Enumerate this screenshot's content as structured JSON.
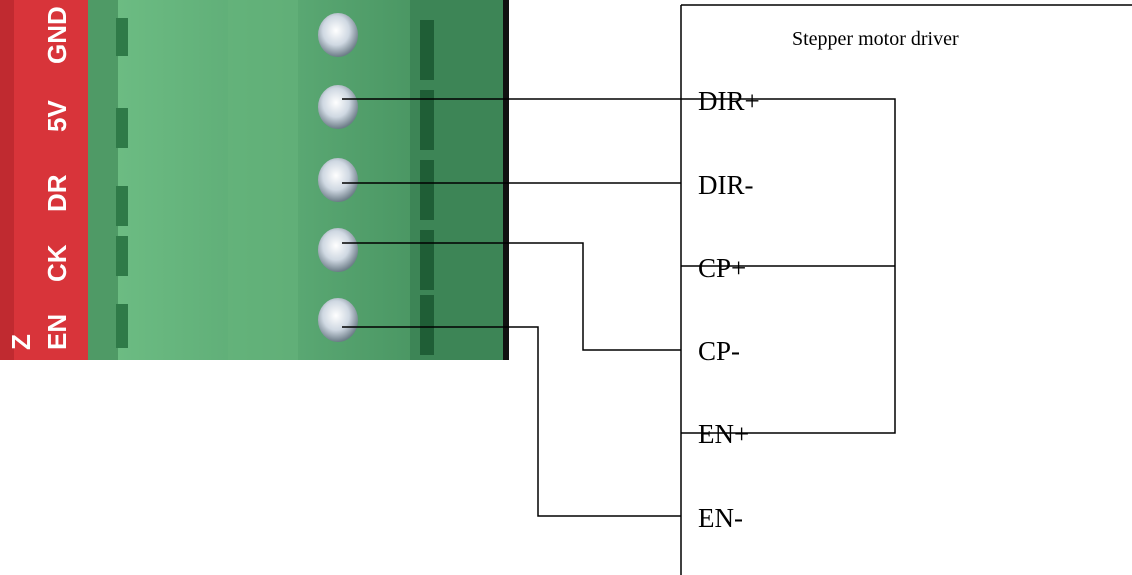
{
  "board": {
    "silkscreen_labels": [
      "GND",
      "5V",
      "DR",
      "CK",
      "EN"
    ],
    "edge_mark": "Z"
  },
  "driver": {
    "title": "Stepper motor driver",
    "pins": [
      "DIR+",
      "DIR-",
      "CP+",
      "CP-",
      "EN+",
      "EN-"
    ]
  },
  "colors": {
    "board_red": "#d8343a",
    "terminal_green": "#5aa873",
    "wire": "#000000"
  }
}
